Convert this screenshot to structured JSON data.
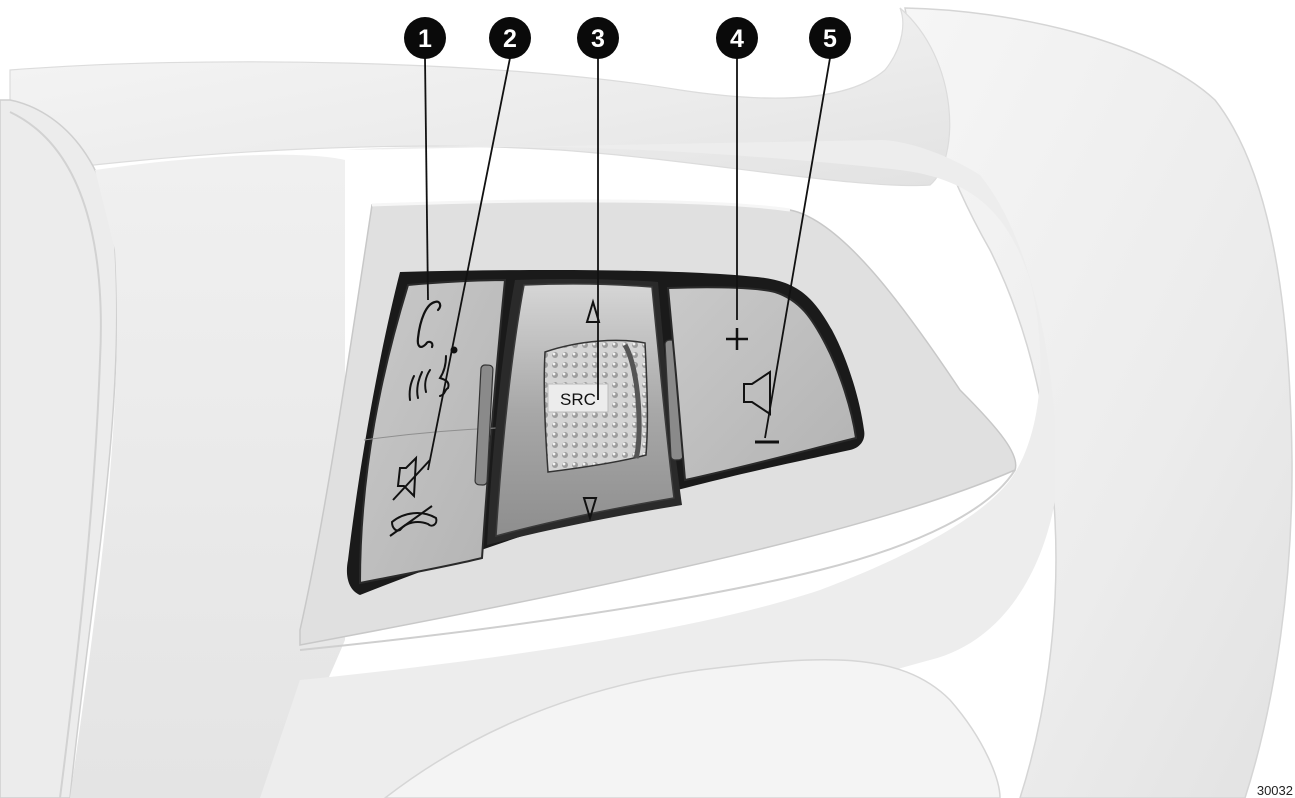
{
  "figure_number": "30032",
  "src_label": "SRC",
  "callouts": [
    {
      "number": "1",
      "icon": "phone-and-voice-icon"
    },
    {
      "number": "2",
      "icon": "mute-icon"
    },
    {
      "number": "3",
      "icon": "src-thumbwheel"
    },
    {
      "number": "4",
      "icon": "plus-icon"
    },
    {
      "number": "5",
      "icon": "minus-icon"
    }
  ],
  "colors": {
    "button_fill": "#bdbdbd",
    "bezel": "#dadada",
    "wheel_rim": "#f1f1f1",
    "outline": "#111111",
    "callout_fill": "#0a0a0a"
  }
}
